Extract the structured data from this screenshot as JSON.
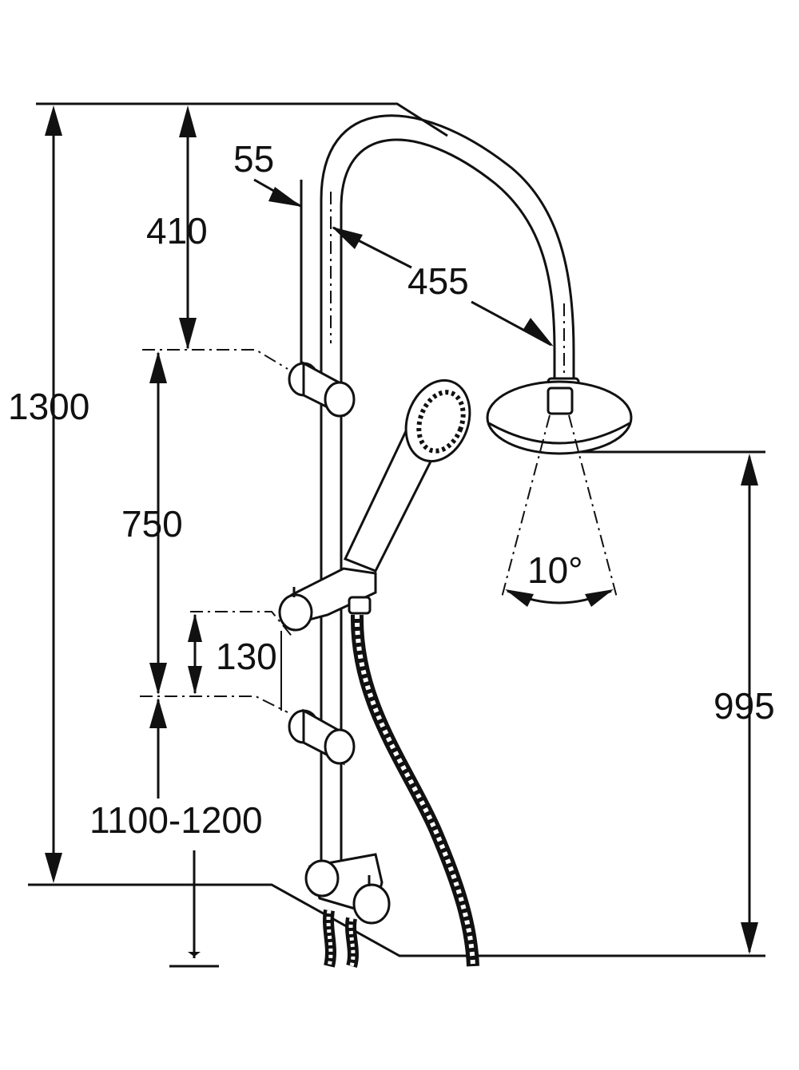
{
  "diagram": {
    "colors": {
      "ink": "#111111",
      "background": "#ffffff"
    },
    "dimensions": {
      "total_height": "1300",
      "top_segment": "410",
      "pipe_offset": "55",
      "arm_length": "455",
      "middle_segment": "750",
      "holder_spacing": "130",
      "mount_range": "1100-1200",
      "head_height": "995",
      "spray_angle": "10°"
    }
  }
}
